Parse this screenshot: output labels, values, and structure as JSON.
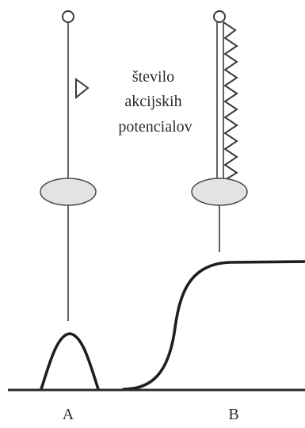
{
  "label_lines": [
    "število",
    "akcijskih",
    "potencialov"
  ],
  "label_a": "A",
  "label_b": "B",
  "colors": {
    "line": "#3a3a3a",
    "ellipse_fill": "#e3e3e3",
    "ellipse_stroke": "#4a4a4a",
    "background": "#ffffff"
  },
  "action_potentials": {
    "neuron_a_count": 1,
    "neuron_b_count": 10
  }
}
